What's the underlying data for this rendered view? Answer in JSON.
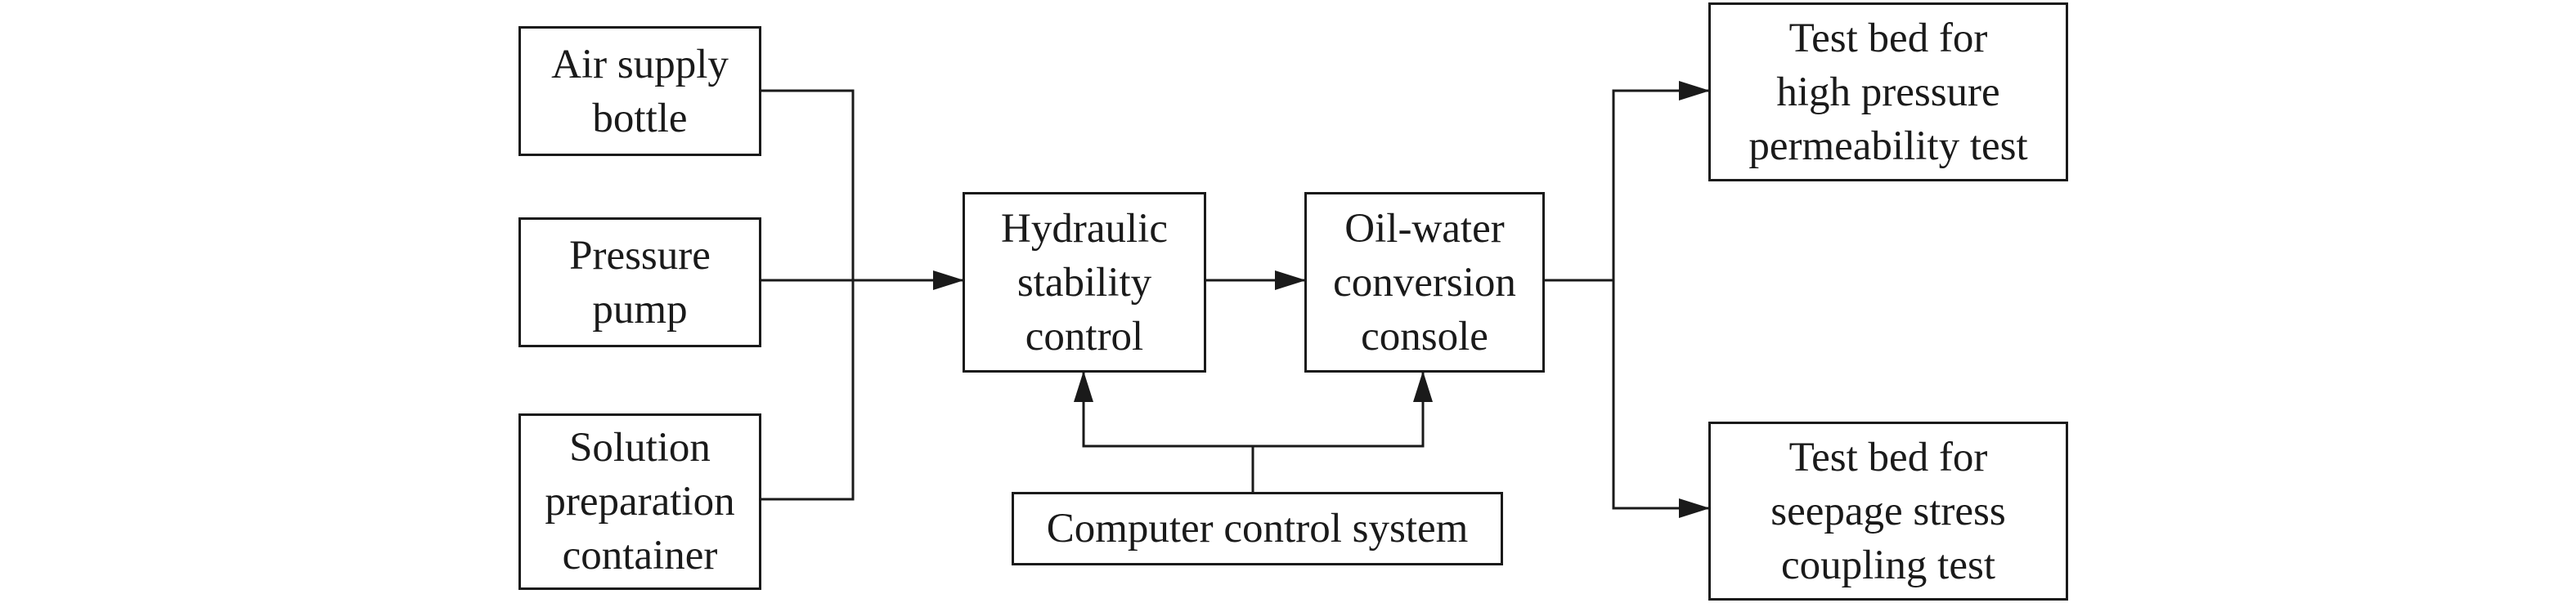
{
  "diagram": {
    "colors": {
      "line": "#1a1a1a",
      "background": "#ffffff"
    },
    "nodes": {
      "air_supply_bottle": "Air supply\nbottle",
      "pressure_pump": "Pressure\npump",
      "solution_preparation_container": "Solution\npreparation\ncontainer",
      "hydraulic_stability_control": "Hydraulic\nstability\ncontrol",
      "oil_water_conversion_console": "Oil-water\nconversion\nconsole",
      "computer_control_system": "Computer control system",
      "test_bed_high_pressure": "Test bed for\nhigh pressure\npermeability test",
      "test_bed_seepage_stress": "Test bed for\nseepage stress\ncoupling test"
    },
    "edges": [
      {
        "from": "air_supply_bottle",
        "to": "hydraulic_stability_control"
      },
      {
        "from": "pressure_pump",
        "to": "hydraulic_stability_control"
      },
      {
        "from": "solution_preparation_container",
        "to": "hydraulic_stability_control"
      },
      {
        "from": "hydraulic_stability_control",
        "to": "oil_water_conversion_console"
      },
      {
        "from": "computer_control_system",
        "to": "hydraulic_stability_control"
      },
      {
        "from": "computer_control_system",
        "to": "oil_water_conversion_console"
      },
      {
        "from": "oil_water_conversion_console",
        "to": "test_bed_high_pressure"
      },
      {
        "from": "oil_water_conversion_console",
        "to": "test_bed_seepage_stress"
      }
    ]
  }
}
